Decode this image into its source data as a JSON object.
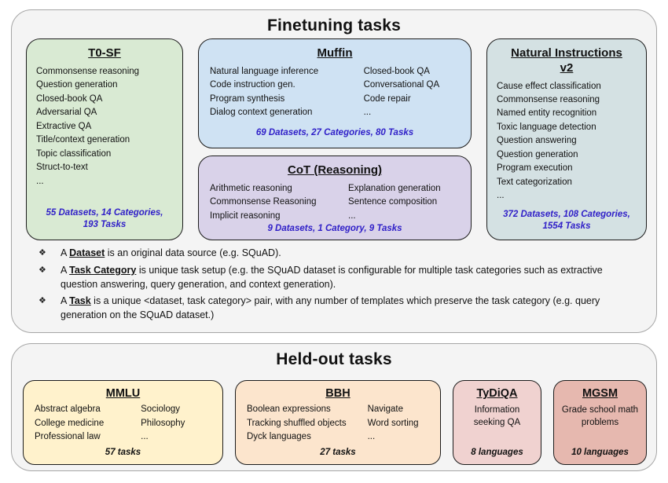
{
  "colors": {
    "panel_bg": "#f4f4f4",
    "panel_border": "#a6a6a6",
    "box_border": "#1c1c1c",
    "stats_blue": "#3020c8",
    "t0sf_bg": "#d9ead3",
    "muffin_bg": "#cfe2f3",
    "cot_bg": "#d9d2e9",
    "niv2_bg": "#d4e1e3",
    "mmlu_bg": "#fff2cc",
    "bbh_bg": "#fce5cd",
    "tydiqa_bg": "#f0d2d0",
    "mgsm_bg": "#e6b8af"
  },
  "finetuning": {
    "title": "Finetuning tasks",
    "t0sf": {
      "title": "T0-SF",
      "tasks": [
        "Commonsense reasoning",
        "Question generation",
        "Closed-book QA",
        "Adversarial QA",
        "Extractive QA",
        "Title/context generation",
        "Topic classification",
        "Struct-to-text",
        "..."
      ],
      "stats": "55 Datasets, 14 Categories, 193 Tasks"
    },
    "muffin": {
      "title": "Muffin",
      "col1": [
        "Natural language inference",
        "Code instruction gen.",
        "Program synthesis",
        "Dialog context generation"
      ],
      "col2": [
        "Closed-book QA",
        "Conversational QA",
        "Code repair",
        "..."
      ],
      "stats": "69 Datasets, 27 Categories, 80 Tasks"
    },
    "cot": {
      "title": "CoT (Reasoning)",
      "col1": [
        "Arithmetic reasoning",
        "Commonsense Reasoning",
        "Implicit reasoning"
      ],
      "col2": [
        "Explanation generation",
        "Sentence composition",
        "..."
      ],
      "stats": "9 Datasets, 1 Category, 9 Tasks"
    },
    "niv2": {
      "title": "Natural Instructions v2",
      "tasks": [
        "Cause effect classification",
        "Commonsense reasoning",
        "Named entity recognition",
        "Toxic language detection",
        "Question answering",
        "Question generation",
        "Program execution",
        "Text categorization",
        "..."
      ],
      "stats": "372 Datasets, 108 Categories, 1554 Tasks"
    },
    "bullet_glyph": "❖",
    "notes": [
      {
        "pre": "A ",
        "term": "Dataset",
        "post": " is an original data source (e.g. SQuAD)."
      },
      {
        "pre": "A ",
        "term": "Task Category",
        "post": " is unique task setup (e.g. the SQuAD dataset is configurable for multiple task categories such as extractive question answering, query generation, and context generation)."
      },
      {
        "pre": "A ",
        "term": "Task",
        "post": " is a unique <dataset, task category> pair, with any number of templates which preserve the task category (e.g. query generation on the SQuAD dataset.)"
      }
    ]
  },
  "heldout": {
    "title": "Held-out tasks",
    "mmlu": {
      "title": "MMLU",
      "col1": [
        "Abstract algebra",
        "College medicine",
        "Professional law"
      ],
      "col2": [
        "Sociology",
        "Philosophy",
        "..."
      ],
      "stats": "57 tasks"
    },
    "bbh": {
      "title": "BBH",
      "col1": [
        "Boolean expressions",
        "Tracking shuffled objects",
        "Dyck languages"
      ],
      "col2": [
        "Navigate",
        "Word sorting",
        "..."
      ],
      "stats": "27 tasks"
    },
    "tydiqa": {
      "title": "TyDiQA",
      "desc": "Information seeking QA",
      "stats": "8 languages"
    },
    "mgsm": {
      "title": "MGSM",
      "desc": "Grade school math problems",
      "stats": "10 languages"
    }
  }
}
